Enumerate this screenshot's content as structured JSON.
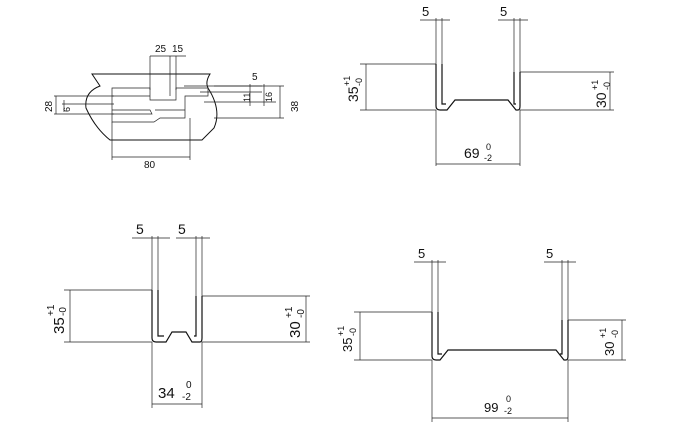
{
  "roller_drawing": {
    "dim_top_a": "25",
    "dim_top_b": "15",
    "dim_right_a": "5",
    "dim_right_b": "11",
    "dim_right_c": "16",
    "dim_left_total": "28",
    "dim_left_inner": "6",
    "dim_right_total": "38",
    "dim_bottom": "80"
  },
  "profiles": [
    {
      "id": "top-right",
      "flange_left": "5",
      "flange_right": "5",
      "height_left": "35",
      "height_left_tol": "+1",
      "height_left_tol2": "-0",
      "height_right": "30",
      "height_right_tol": "+1",
      "height_right_tol2": "-0",
      "width": "69",
      "width_tol_up": "0",
      "width_tol_down": "-2"
    },
    {
      "id": "bottom-left",
      "flange_left": "5",
      "flange_right": "5",
      "height_left": "35",
      "height_left_tol": "+1",
      "height_left_tol2": "-0",
      "height_right": "30",
      "height_right_tol": "+1",
      "height_right_tol2": "-0",
      "width": "34",
      "width_tol_up": "0",
      "width_tol_down": "-2"
    },
    {
      "id": "bottom-right",
      "flange_left": "5",
      "flange_right": "5",
      "height_left": "35",
      "height_left_tol": "+1",
      "height_left_tol2": "-0",
      "height_right": "30",
      "height_right_tol": "+1",
      "height_right_tol2": "-0",
      "width": "99",
      "width_tol_up": "0",
      "width_tol_down": "-2"
    }
  ]
}
